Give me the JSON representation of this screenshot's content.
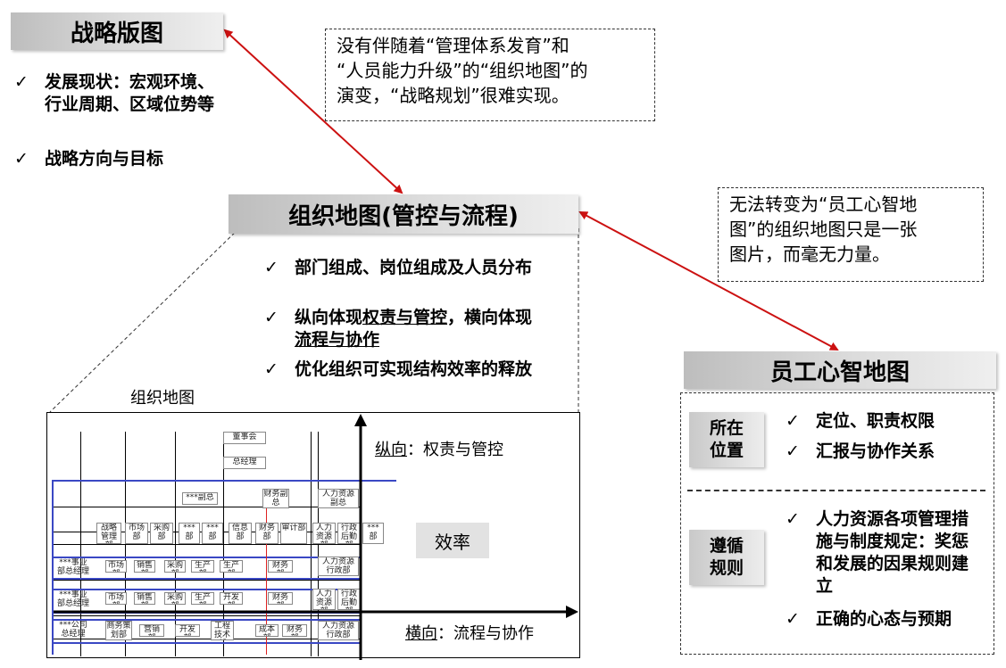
{
  "strategy": {
    "title": "战略版图",
    "items": [
      "发展现状：宏观环境、行业周期、区域位势等",
      "战略方向与目标"
    ]
  },
  "note_top": {
    "line1": "没有伴随着“管理体系发育”和",
    "line2": "“人员能力升级”的“组织地图”的",
    "line3": "演变，“战略规划”很难实现。"
  },
  "org": {
    "title": "组织地图(管控与流程)",
    "item1": "部门组成、岗位组成及人员分布",
    "item2_pre": "纵向体现",
    "item2_u1": "权责与管控",
    "item2_mid": "，横向体现",
    "item2_u2": "流程与协作",
    "item3": "优化组织可实现结构效率的释放"
  },
  "note_right": {
    "line1": "无法转变为“员工心智地",
    "line2": "图”的组织地图只是一张",
    "line3": "图片，而毫无力量。"
  },
  "mind": {
    "title": "员工心智地图",
    "position_label": "所在位置",
    "position_items": [
      "定位、职责权限",
      "汇报与协作关系"
    ],
    "rules_label": "遵循规则",
    "rules_items": [
      "人力资源各项管理措施与制度规定：奖惩和发展的因果规则建立",
      "正确的心态与预期"
    ]
  },
  "chart": {
    "caption": "组织地图",
    "vertical_underlined": "纵向",
    "vertical_rest": "：权责与管控",
    "horizontal_underlined": "横向",
    "horizontal_rest": "：流程与协作",
    "efficiency": "效率",
    "boxes": {
      "board": "董事会",
      "gm": "总经理",
      "vp": "***副总",
      "fin_vp": "财务副总",
      "hr_vp": "人力资源副总",
      "strategy": "战略管理部",
      "market": "市场部",
      "purchase": "采购部",
      "dept1": "***部",
      "dept2": "***部",
      "info": "信息部",
      "finance": "财务部",
      "audit": "审计部",
      "hr": "人力资源部",
      "admin": "行政后勤部",
      "dept3": "***部",
      "bu1": "***事业部总经理",
      "r1_market": "市场部",
      "r1_sales": "销售部",
      "r1_purchase": "采购部",
      "r1_prod": "生产部",
      "r1_prod2": "生产部",
      "r1_fin": "财务部",
      "r1_hr": "人力资源行政部",
      "bu2": "***事业部总经理",
      "r2_market": "市场部",
      "r2_sales": "销售部",
      "r2_purchase": "采购部",
      "r2_prod": "生产部",
      "r2_dev": "开发部",
      "r2_fin": "财务部",
      "r2_hr": "人力资源部",
      "r2_admin": "行政后勤部",
      "co": "***公司总经理",
      "r3_biz": "商务策划部",
      "r3_market": "营销部",
      "r3_dev": "开发部",
      "r3_eng": "工程技术部",
      "r3_cost": "成本部",
      "r3_fin": "财务部",
      "r3_hr": "人力资源行政部"
    }
  },
  "colors": {
    "arrow": "#cc1111",
    "grid_blue": "#3a48c4",
    "banner": "#c8c8c8"
  }
}
